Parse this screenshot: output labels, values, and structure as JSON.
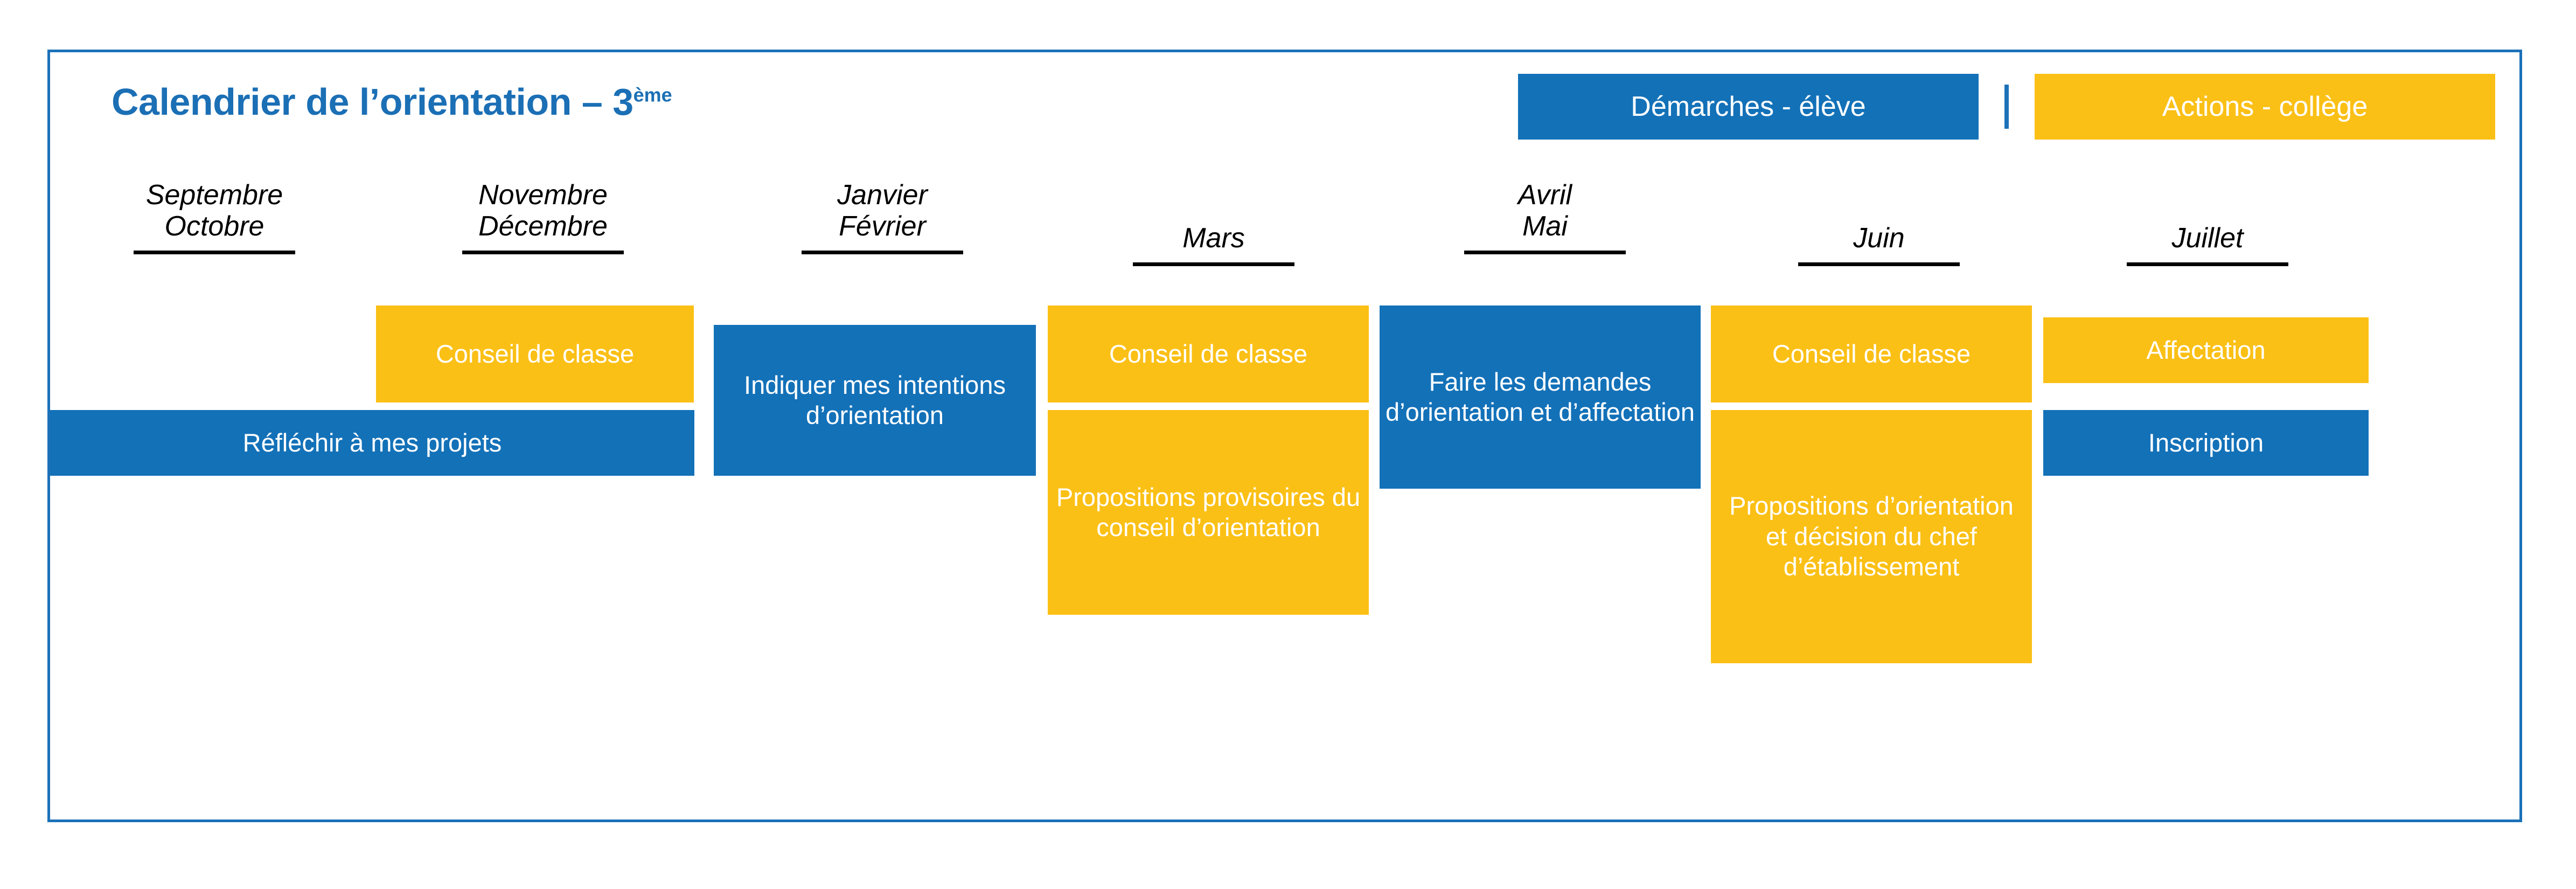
{
  "header": {
    "title_main": "Calendrier de l’orientation – 3",
    "title_sup": "ème",
    "legend": [
      {
        "label": "Démarches - élève",
        "color": "#1371b8",
        "kind": "student"
      },
      {
        "label": "Actions - collège",
        "color": "#fbc016",
        "kind": "school"
      }
    ]
  },
  "colors": {
    "blue": "#1371b8",
    "yellow": "#fbc016",
    "title_blue": "#1b6fb5",
    "frame_border": "#1b71b8",
    "rule_black": "#000000",
    "text_on_fill": "#ffffff"
  },
  "timeline": {
    "columns": [
      {
        "id": "septembre-octobre",
        "month_lines": [
          "Septembre",
          "Octobre"
        ],
        "boxes": []
      },
      {
        "id": "novembre-decembre",
        "month_lines": [
          "Novembre",
          "Décembre"
        ],
        "boxes": [
          {
            "label": "Conseil de classe",
            "kind": "school"
          }
        ]
      },
      {
        "id": "janvier-fevrier",
        "month_lines": [
          "Janvier",
          "Février"
        ],
        "boxes": [
          {
            "label": "Indiquer mes intentions d’orientation",
            "kind": "student"
          }
        ]
      },
      {
        "id": "mars",
        "month_lines": [
          "Mars"
        ],
        "boxes": [
          {
            "label": "Conseil de classe",
            "kind": "school"
          },
          {
            "label": "Propositions provisoires du conseil d’orientation",
            "kind": "school"
          }
        ]
      },
      {
        "id": "avril-mai",
        "month_lines": [
          "Avril",
          "Mai"
        ],
        "boxes": [
          {
            "label": "Faire les demandes d’orientation et d’affectation",
            "kind": "student"
          }
        ]
      },
      {
        "id": "juin",
        "month_lines": [
          "Juin"
        ],
        "boxes": [
          {
            "label": "Conseil de classe",
            "kind": "school"
          },
          {
            "label": "Propositions d’orientation et décision du chef d’établissement",
            "kind": "school"
          }
        ]
      },
      {
        "id": "juillet",
        "month_lines": [
          "Juillet"
        ],
        "boxes": [
          {
            "label": "Affectation",
            "kind": "school"
          },
          {
            "label": "Inscription",
            "kind": "student"
          }
        ]
      }
    ],
    "spanning_boxes": [
      {
        "label": "Réfléchir à mes projets",
        "kind": "student",
        "spans": [
          "septembre-octobre",
          "novembre-decembre"
        ]
      }
    ]
  }
}
